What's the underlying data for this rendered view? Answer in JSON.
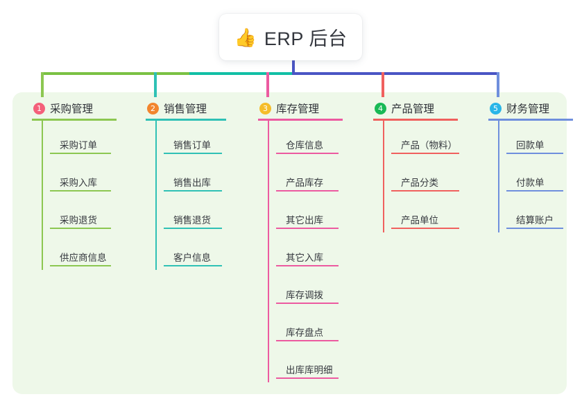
{
  "root": {
    "icon": "thumbs-up-emoji",
    "emoji": "👍",
    "title": "ERP 后台"
  },
  "colors": {
    "panel_bg": "#eef8e9",
    "card_bg": "#ffffff",
    "stem": "#4a55c4",
    "bar_left": "#7ac143",
    "bar_mid": "#11bfa5",
    "bar_right": "#4a55c4"
  },
  "columns": [
    {
      "index": "1",
      "title": "采购管理",
      "badge_color": "#f4607a",
      "line_color": "#8cc751",
      "items": [
        "采购订单",
        "采购入库",
        "采购退货",
        "供应商信息"
      ]
    },
    {
      "index": "2",
      "title": "销售管理",
      "badge_color": "#f2852e",
      "line_color": "#2fc1b5",
      "items": [
        "销售订单",
        "销售出库",
        "销售退货",
        "客户信息"
      ]
    },
    {
      "index": "3",
      "title": "库存管理",
      "badge_color": "#f5bd2a",
      "line_color": "#ec5aa0",
      "items": [
        "仓库信息",
        "产品库存",
        "其它出库",
        "其它入库",
        "库存调拨",
        "库存盘点",
        "出库库明细"
      ]
    },
    {
      "index": "4",
      "title": "产品管理",
      "badge_color": "#19b955",
      "line_color": "#f0605e",
      "items": [
        "产品（物料）",
        "产品分类",
        "产品单位"
      ]
    },
    {
      "index": "5",
      "title": "财务管理",
      "badge_color": "#29b6e8",
      "line_color": "#6f8fdd",
      "items": [
        "回款单",
        "付款单",
        "结算账户"
      ]
    }
  ]
}
